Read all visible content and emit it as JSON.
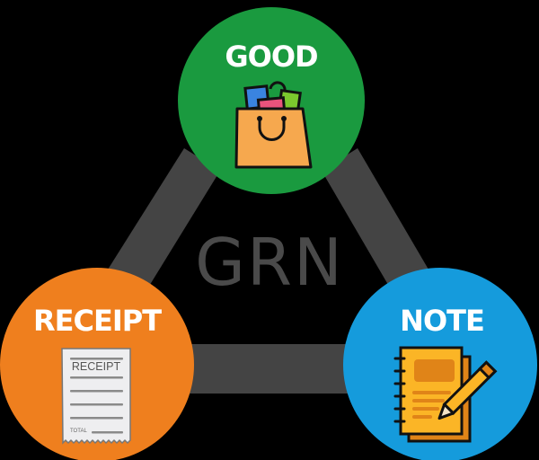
{
  "diagram": {
    "center_label": "GRN",
    "nodes": [
      {
        "id": "good",
        "label": "GOOD",
        "color": "#1a9a3f",
        "icon": "shopping-bag-icon"
      },
      {
        "id": "receipt",
        "label": "RECEIPT",
        "color": "#ef7f1e",
        "icon": "receipt-icon"
      },
      {
        "id": "note",
        "label": "NOTE",
        "color": "#159bdc",
        "icon": "notebook-pencil-icon"
      }
    ],
    "receipt_icon": {
      "title": "RECEIPT",
      "total": "TOTAL"
    },
    "edges": [
      {
        "from": "good",
        "to": "receipt"
      },
      {
        "from": "good",
        "to": "note"
      },
      {
        "from": "receipt",
        "to": "note"
      }
    ],
    "colors": {
      "background": "#000000",
      "connector": "#444444",
      "center_text": "#4a4a4a"
    }
  }
}
